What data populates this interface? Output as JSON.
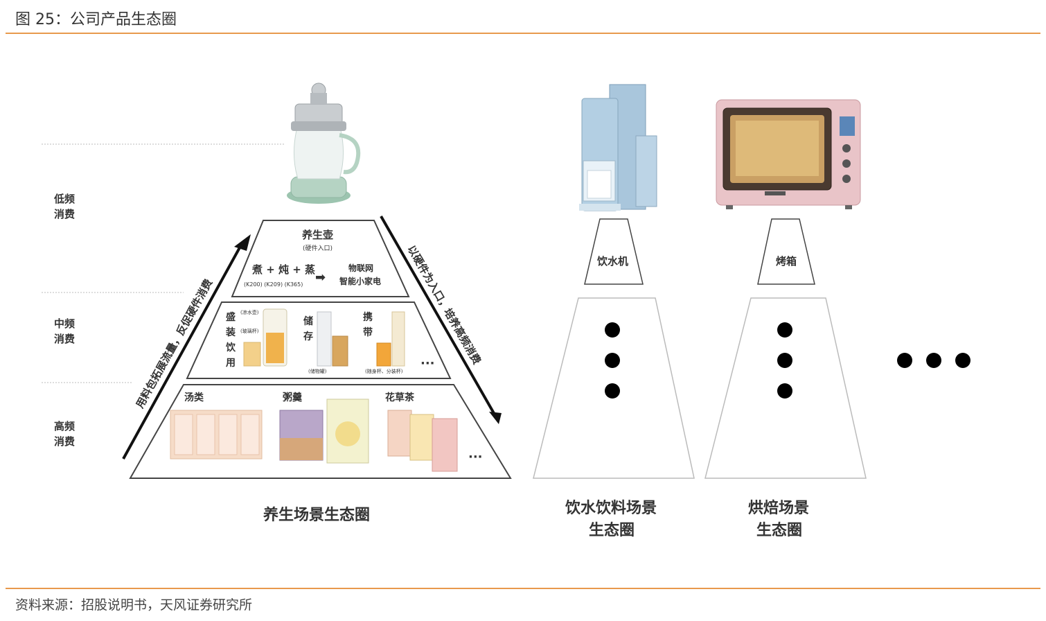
{
  "figure": {
    "title": "图 25：公司产品生态圈",
    "source": "资料来源：招股说明书，天风证券研究所"
  },
  "frequency_labels": [
    {
      "line1": "低频",
      "line2": "消费"
    },
    {
      "line1": "中频",
      "line2": "消费"
    },
    {
      "line1": "高频",
      "line2": "消费"
    }
  ],
  "health": {
    "device_name": "养生壶",
    "device_sub": "(硬件入口)",
    "functions": "煮 + 炖 + 蒸",
    "models": "(K200)  (K209)  (K365)",
    "iot_line1": "物联网",
    "iot_line2": "智能小家电",
    "middle": {
      "col1": [
        "盛",
        "装",
        "饮",
        "用"
      ],
      "col1_tags": [
        "(凉水壶)",
        "(玻璃杯)"
      ],
      "col2": [
        "储",
        "存"
      ],
      "col2_tag": "(储物罐)",
      "col3": [
        "携",
        "带"
      ],
      "col3_tag": "(随身杯、分装杯)",
      "ellipsis": "···"
    },
    "bottom": {
      "cat1": "汤类",
      "cat2": "粥羹",
      "cat3": "花草茶",
      "ellipsis": "···"
    },
    "left_arrow_text": "用料包拓展流量，反促硬件消费",
    "right_arrow_text": "以硬件为入口，培养高频消费",
    "caption": "养生场景生态圈"
  },
  "water": {
    "device_name": "饮水机",
    "caption_line1": "饮水饮料场景",
    "caption_line2": "生态圈"
  },
  "baking": {
    "device_name": "烤箱",
    "caption_line1": "烘焙场景",
    "caption_line2": "生态圈"
  },
  "colors": {
    "accent_rule": "#e8994c",
    "kettle_body": "#b5d3c3",
    "dispenser_body": "#a9c6dc",
    "oven_body": "#e9c4c8"
  }
}
